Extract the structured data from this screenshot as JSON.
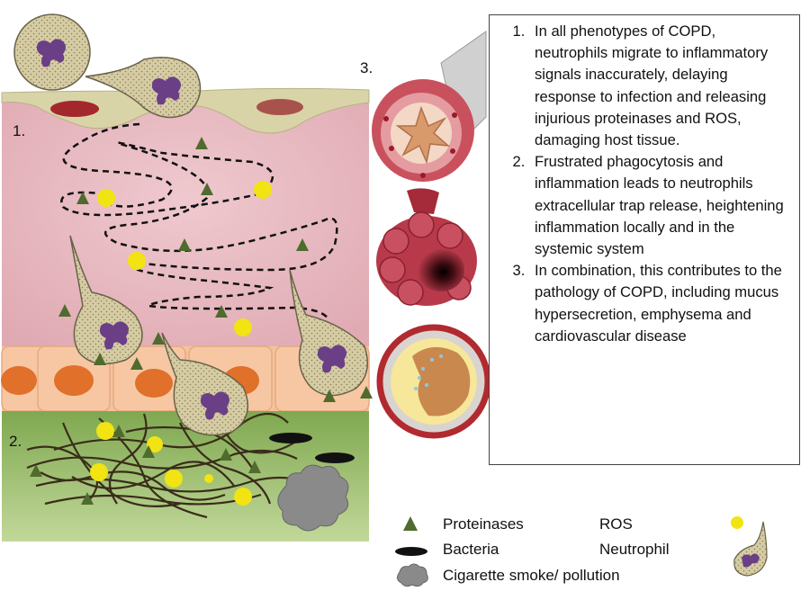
{
  "panel_labels": [
    "1.",
    "2.",
    "3."
  ],
  "info_box": {
    "points": [
      "In all phenotypes of COPD, neutrophils migrate to inflammatory signals inaccurately, delaying response to infection and releasing injurious proteinases and ROS, damaging host tissue.",
      "Frustrated phagocytosis and inflammation leads to neutrophils extracellular trap release, heightening inflammation locally and in the systemic system",
      "In combination, this contributes to the pathology of COPD, including mucus hypersecretion, emphysema and cardiovascular disease"
    ]
  },
  "legend": {
    "proteinases": "Proteinases",
    "ros": "ROS",
    "bacteria": "Bacteria",
    "neutrophil": "Neutrophil",
    "smoke": "Cigarette smoke/ pollution"
  },
  "colors": {
    "tissue": "#e8bcc3",
    "epithelium": "#f5c29c",
    "nucleus": "#e0702a",
    "matrix": "#9bbf6a",
    "neutrophil_body": "#d6cca4",
    "neutrophil_nucleus": "#6a3f86",
    "proteinase": "#4f6b2e",
    "ros": "#f2e312",
    "bacteria": "#111111",
    "smoke": "#8a8a8a"
  },
  "icons": [
    "proteinase-triangle-icon",
    "bacteria-oval-icon",
    "smoke-cloud-icon",
    "ros-dot-icon",
    "neutrophil-icon",
    "airway-cross-section-icon",
    "alveoli-emphysema-icon",
    "artery-plaque-icon"
  ]
}
